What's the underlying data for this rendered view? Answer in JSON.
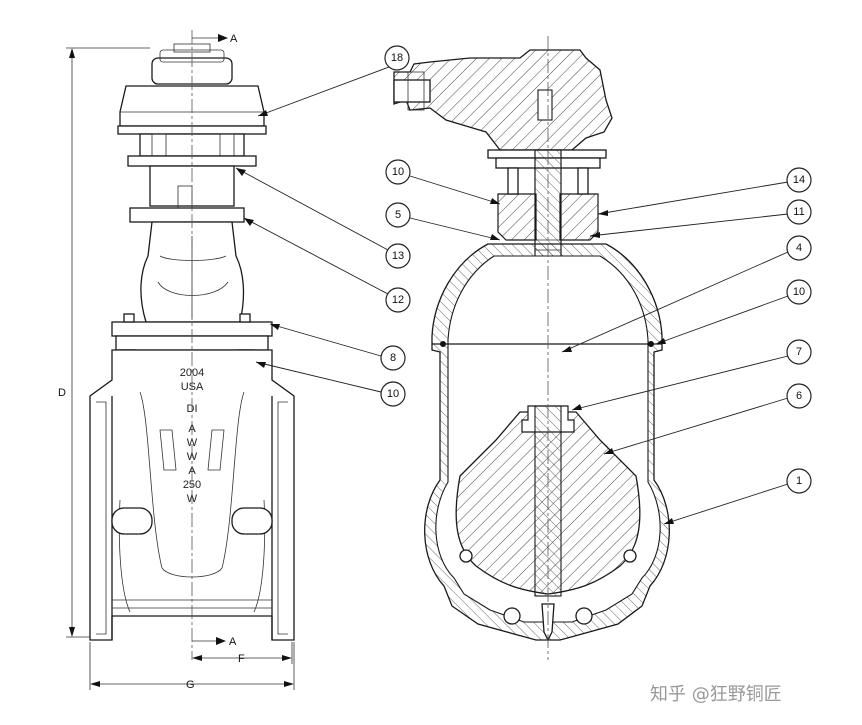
{
  "dimension_labels": {
    "height": "D",
    "overall_width": "G",
    "half_width": "F",
    "section_top": "A",
    "section_bottom": "A"
  },
  "casting_marks": [
    "2004",
    "USA",
    "DI",
    "A",
    "W",
    "W",
    "A",
    "250",
    "W"
  ],
  "callouts": [
    {
      "number": "18"
    },
    {
      "number": "13"
    },
    {
      "number": "12"
    },
    {
      "number": "8"
    },
    {
      "number": "10"
    },
    {
      "number": "10"
    },
    {
      "number": "5"
    },
    {
      "number": "14"
    },
    {
      "number": "11"
    },
    {
      "number": "4"
    },
    {
      "number": "10"
    },
    {
      "number": "7"
    },
    {
      "number": "6"
    },
    {
      "number": "1"
    }
  ],
  "watermark": "知乎 @狂野铜匠"
}
